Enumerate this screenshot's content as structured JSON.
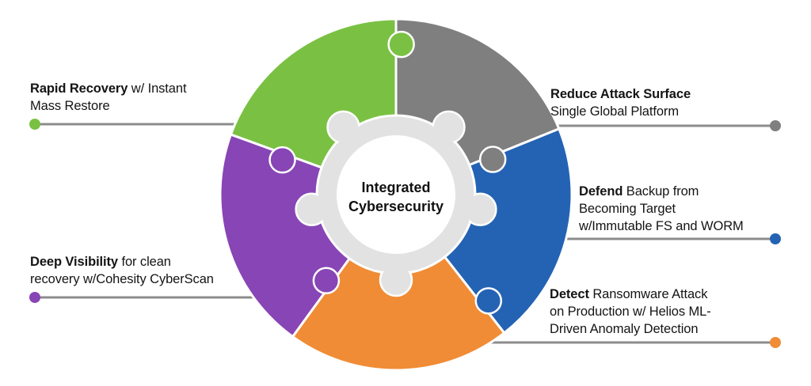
{
  "diagram": {
    "title": "Integrated Cybersecurity",
    "title_lines": [
      "Integrated",
      "Cybersecurity"
    ],
    "colors": {
      "green": "#7ac143",
      "gray": "#7f7f7f",
      "blue": "#2463b4",
      "orange": "#f08c35",
      "purple": "#8845b5",
      "hub": "#e2e2e2",
      "connector": "#8c8c8c"
    },
    "pieces": [
      {
        "id": "green",
        "color": "#7ac143",
        "label_bold": "Rapid Recovery",
        "label_rest": " w/ Instant",
        "lines": [
          "Mass Restore"
        ]
      },
      {
        "id": "gray",
        "color": "#7f7f7f",
        "label_bold": "Reduce Attack Surface",
        "label_rest": "",
        "lines": [
          "Single Global Platform"
        ]
      },
      {
        "id": "blue",
        "color": "#2463b4",
        "label_bold": "Defend",
        "label_rest": " Backup from",
        "lines": [
          "Becoming Target",
          "w/Immutable FS and WORM"
        ]
      },
      {
        "id": "orange",
        "color": "#f08c35",
        "label_bold": "Detect",
        "label_rest": " Ransomware Attack",
        "lines": [
          "on Production w/ Helios ML-",
          "Driven Anomaly Detection"
        ]
      },
      {
        "id": "purple",
        "color": "#8845b5",
        "label_bold": "Deep Visibility",
        "label_rest": " for clean",
        "lines": [
          "recovery w/Cohesity CyberScan"
        ]
      }
    ]
  }
}
